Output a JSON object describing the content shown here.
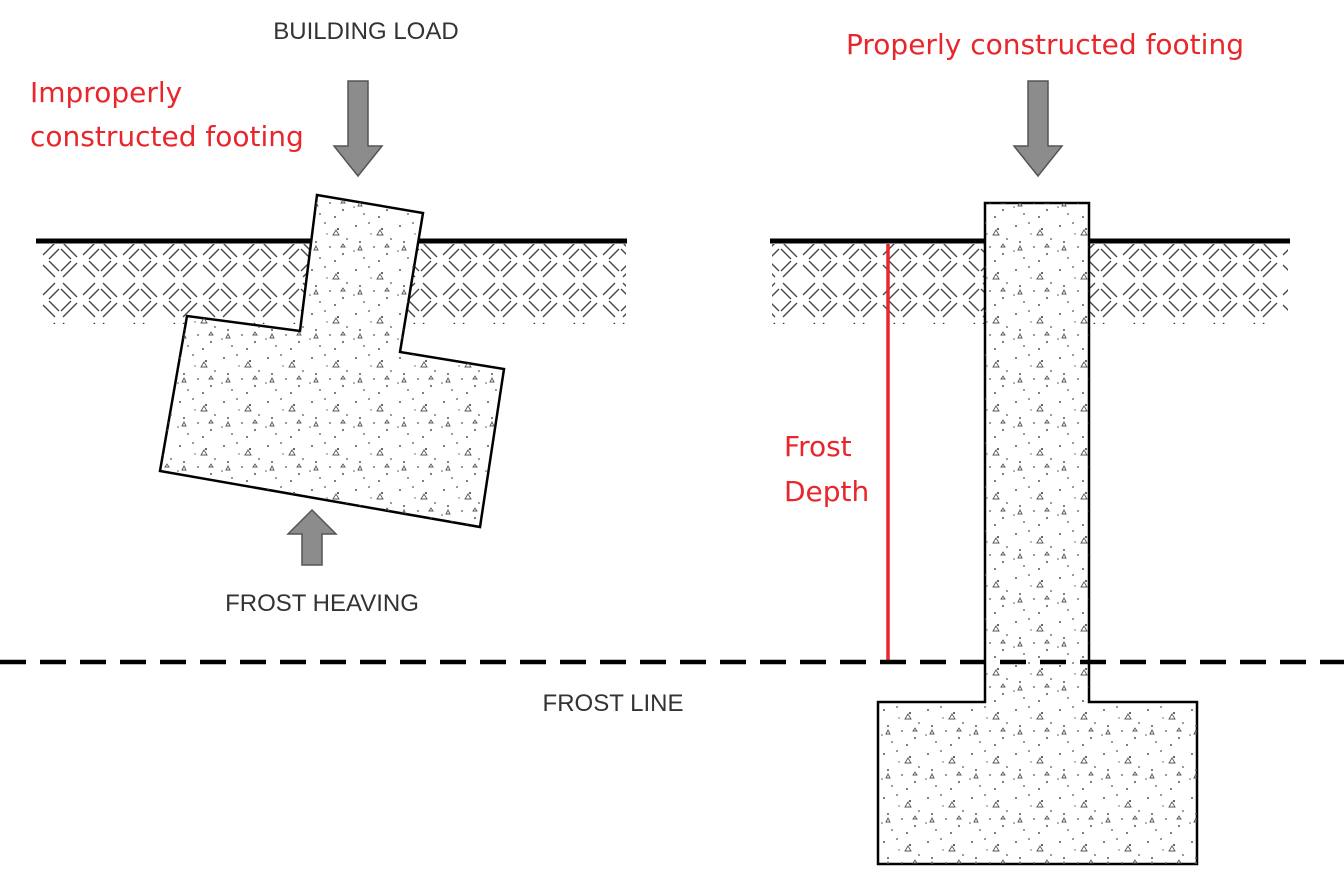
{
  "labels": {
    "building_load": "BUILDING LOAD",
    "improper_line1": "Improperly",
    "improper_line2": "constructed footing",
    "proper": "Properly constructed footing",
    "frost_line1": "Frost",
    "frost_line2": "Depth",
    "frost_heaving": "FROST HEAVING",
    "frost_line": "FROST LINE"
  },
  "colors": {
    "annotation": "#e8262b",
    "arrow_fill": "#8c8c8c",
    "ink": "#000000"
  },
  "icons": {
    "load_arrow": "down-arrow-icon",
    "heave_arrow": "up-arrow-icon"
  }
}
